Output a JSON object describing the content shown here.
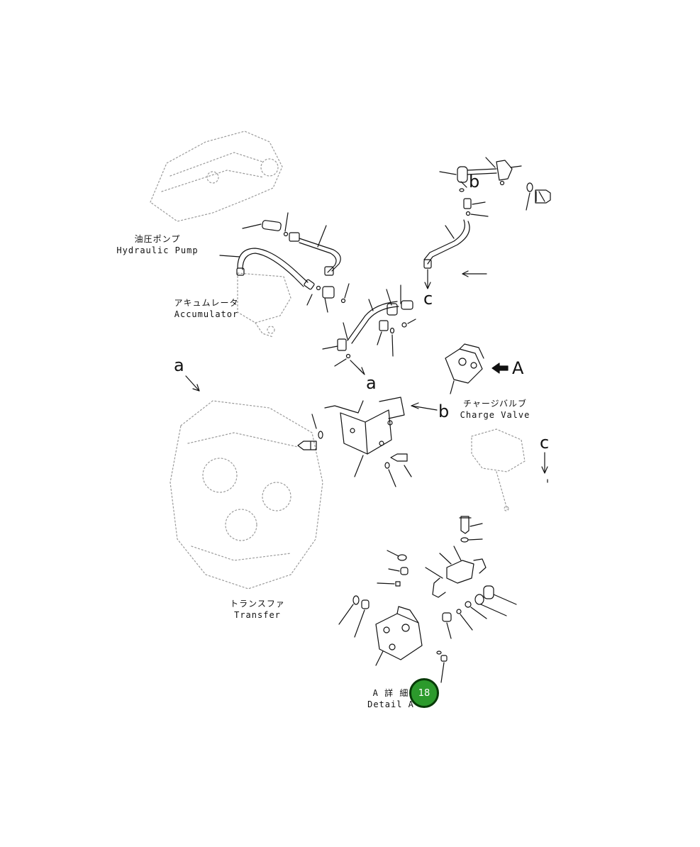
{
  "labels": {
    "hydraulic_pump_jp": "油圧ポンプ",
    "hydraulic_pump_en": "Hydraulic Pump",
    "accumulator_jp": "アキュムレータ",
    "accumulator_en": "Accumulator",
    "charge_valve_jp": "チャージバルブ",
    "charge_valve_en": "Charge Valve",
    "transfer_jp": "トランスファ",
    "transfer_en": "Transfer",
    "detail_jp": "A 詳 細",
    "detail_en": "Detail A"
  },
  "markers": {
    "a_left": "a",
    "a_mid": "a",
    "b_top": "b",
    "b_mid": "b",
    "c_top": "c",
    "c_right": "c",
    "A": "A"
  },
  "badge": {
    "number": "18",
    "color": "#2c9a2c"
  }
}
